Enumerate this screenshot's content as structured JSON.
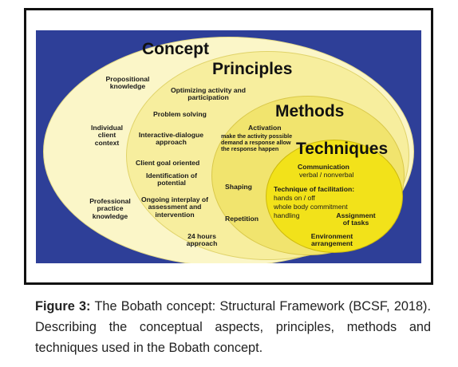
{
  "diagram": {
    "concept": {
      "title": "Concept",
      "items": [
        "Propositional knowledge",
        "Individual client context",
        "Professional practice knowledge"
      ]
    },
    "principles": {
      "title": "Principles",
      "items": [
        "Optimizing activity and participation",
        "Problem solving",
        "Interactive-dialogue approach",
        "Client goal oriented",
        "Identification of potential",
        "Ongoing interplay of assessment and intervention",
        "24 hours approach"
      ]
    },
    "methods": {
      "title": "Methods",
      "items": [
        "Activation",
        "make the activity possible demand a response allow the response happen",
        "Shaping",
        "Repetition"
      ]
    },
    "techniques": {
      "title": "Techniques",
      "items": [
        "Communication",
        "verbal / nonverbal",
        "Technique of facilitation:",
        "hands on / off",
        "whole body commitment",
        "handling",
        "Assignment of tasks",
        "Environment arrangement"
      ]
    },
    "colors": {
      "background": "#2e3f98",
      "concept": "#fbf6c8",
      "principles": "#f7ee9e",
      "methods": "#f1e46e",
      "techniques": "#f2e21a"
    }
  },
  "caption": {
    "label": "Figure 3:",
    "text": "The Bobath concept: Structural Framework (BCSF, 2018). Describing the conceptual aspects, principles, methods and techniques used in the Bobath concept."
  }
}
